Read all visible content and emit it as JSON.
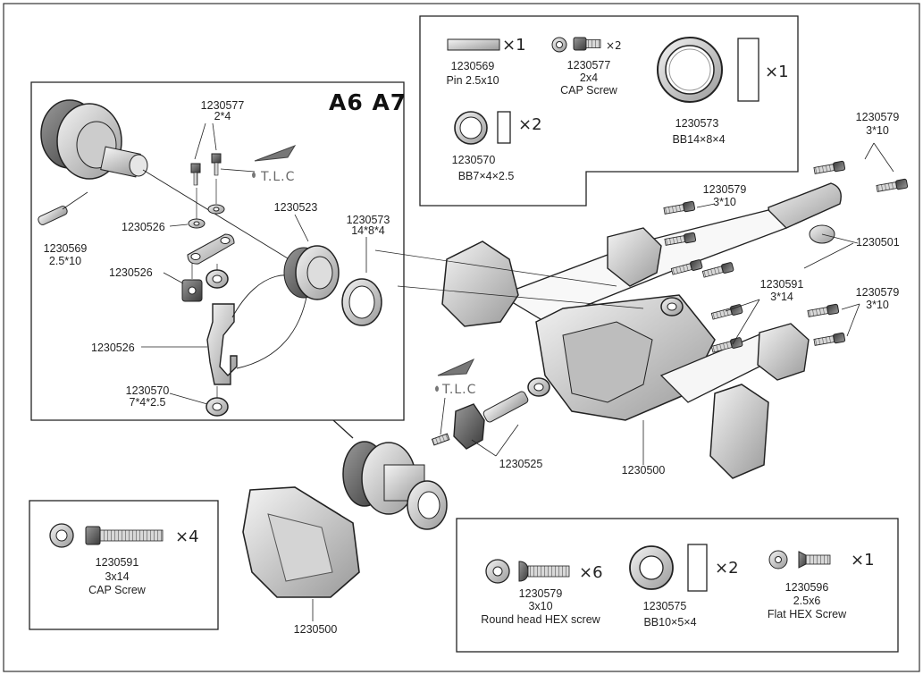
{
  "step_label": "A6 A7",
  "tlc_label": "T.L.C",
  "detail": {
    "p1230577": [
      "1230577",
      "2*4"
    ],
    "p1230523": "1230523",
    "p1230573": [
      "1230573",
      "14*8*4"
    ],
    "p1230526_a": "1230526",
    "p1230526_b": "1230526",
    "p1230526_c": "1230526",
    "p1230569": [
      "1230569",
      "2.5*10"
    ],
    "p1230570": [
      "1230570",
      "7*4*2.5"
    ]
  },
  "main": {
    "p1230579_top": [
      "1230579",
      "3*10"
    ],
    "p1230579_mid": [
      "1230579",
      "3*10"
    ],
    "p1230579_right": [
      "1230579",
      "3*10"
    ],
    "p1230501": "1230501",
    "p1230591": [
      "1230591",
      "3*14"
    ],
    "p1230525": "1230525",
    "p1230500_a": "1230500",
    "p1230500_b": "1230500"
  },
  "parts_top": [
    {
      "part": "1230569",
      "desc": "Pin 2.5x10",
      "qty": "×1"
    },
    {
      "part": "1230577",
      "desc": "2x4",
      "desc2": "CAP Screw",
      "qty": "×2"
    },
    {
      "part": "1230573",
      "desc": "BB14×8×4",
      "qty": "×1"
    },
    {
      "part": "1230570",
      "desc": "BB7×4×2.5",
      "qty": "×2"
    }
  ],
  "parts_left": [
    {
      "part": "1230591",
      "desc": "3x14",
      "desc2": "CAP Screw",
      "qty": "×4"
    }
  ],
  "parts_bottom": [
    {
      "part": "1230579",
      "desc": "3x10",
      "desc2": "Round head HEX screw",
      "qty": "×6"
    },
    {
      "part": "1230575",
      "desc": "BB10×5×4",
      "qty": "×2"
    },
    {
      "part": "1230596",
      "desc": "2.5x6",
      "desc2": "Flat HEX Screw",
      "qty": "×1"
    }
  ]
}
